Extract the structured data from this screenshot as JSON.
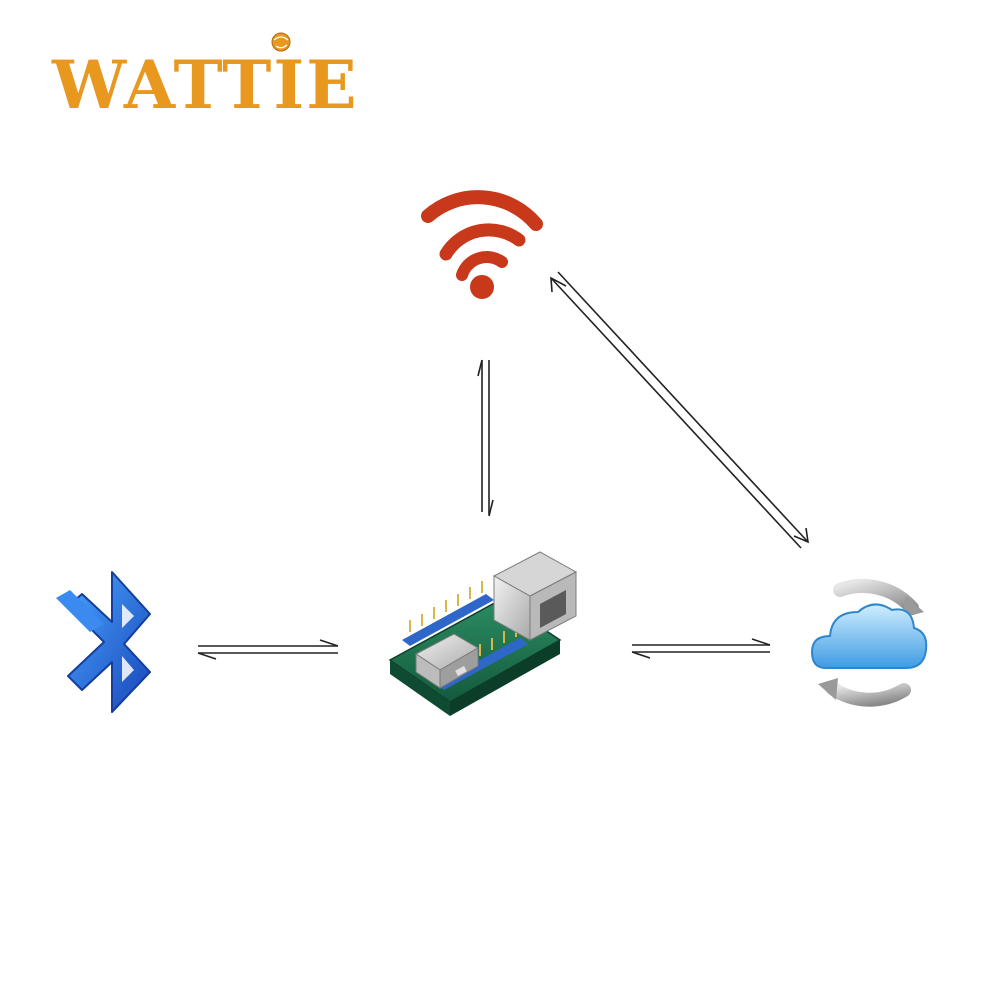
{
  "brand": {
    "name": "WATTIE",
    "color": "#e8971f"
  },
  "nodes": [
    {
      "id": "bluetooth",
      "icon": "bluetooth-icon",
      "color": "#2a6fe0"
    },
    {
      "id": "wifi",
      "icon": "wifi-icon",
      "color": "#c8381a"
    },
    {
      "id": "module",
      "icon": "ethernet-module-board",
      "color": "#1f7a55"
    },
    {
      "id": "cloud",
      "icon": "cloud-sync-icon",
      "color": "#4aa6e8"
    }
  ],
  "links": [
    {
      "from": "bluetooth",
      "to": "module",
      "direction": "bidirectional"
    },
    {
      "from": "module",
      "to": "wifi",
      "direction": "bidirectional"
    },
    {
      "from": "module",
      "to": "cloud",
      "direction": "bidirectional"
    },
    {
      "from": "wifi",
      "to": "cloud",
      "direction": "bidirectional"
    }
  ]
}
